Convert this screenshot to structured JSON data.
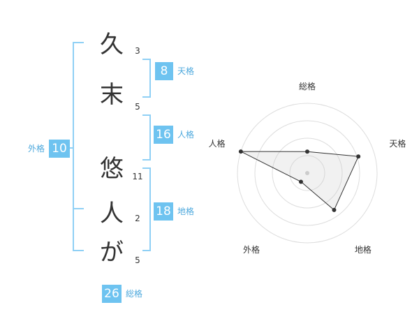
{
  "name_chars": [
    "久",
    "末",
    "悠",
    "人",
    "が"
  ],
  "strokes": [
    "3",
    "5",
    "11",
    "2",
    "5"
  ],
  "fortunes": {
    "tenkaku": {
      "value": "8",
      "label": "天格"
    },
    "jinkaku": {
      "value": "16",
      "label": "人格"
    },
    "chikaku": {
      "value": "18",
      "label": "地格"
    },
    "gaikaku": {
      "value": "10",
      "label": "外格"
    },
    "soukaku": {
      "value": "26",
      "label": "総格"
    }
  },
  "colors": {
    "accent": "#6ec3f0",
    "bracket": "#8fd0f5",
    "label": "#4ea9dd"
  },
  "chart_data": {
    "type": "radar",
    "axes": [
      "総格",
      "天格",
      "地格",
      "外格",
      "人格"
    ],
    "values": [
      0.4,
      1.0,
      0.85,
      0.2,
      1.3
    ],
    "rings": 4,
    "max": 1.3
  }
}
